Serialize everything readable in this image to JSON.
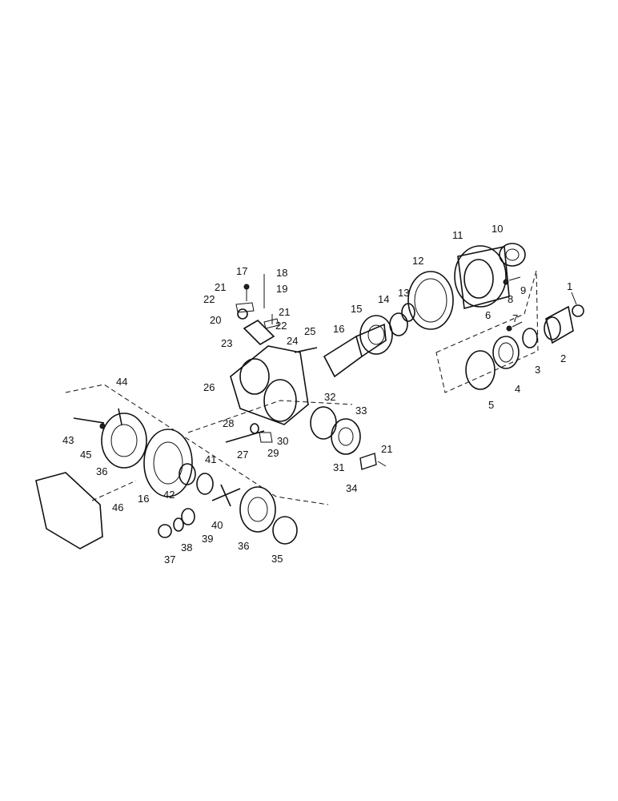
{
  "diagram": {
    "labels": [
      "1",
      "2",
      "3",
      "4",
      "5",
      "6",
      "7",
      "8",
      "9",
      "10",
      "11",
      "12",
      "13",
      "14",
      "15",
      "16",
      "17",
      "18",
      "19",
      "20",
      "21",
      "22",
      "23",
      "24",
      "25",
      "26",
      "27",
      "28",
      "29",
      "30",
      "31",
      "32",
      "33",
      "34",
      "35",
      "36",
      "37",
      "38",
      "39",
      "40",
      "41",
      "42",
      "43",
      "44",
      "45",
      "46"
    ]
  }
}
